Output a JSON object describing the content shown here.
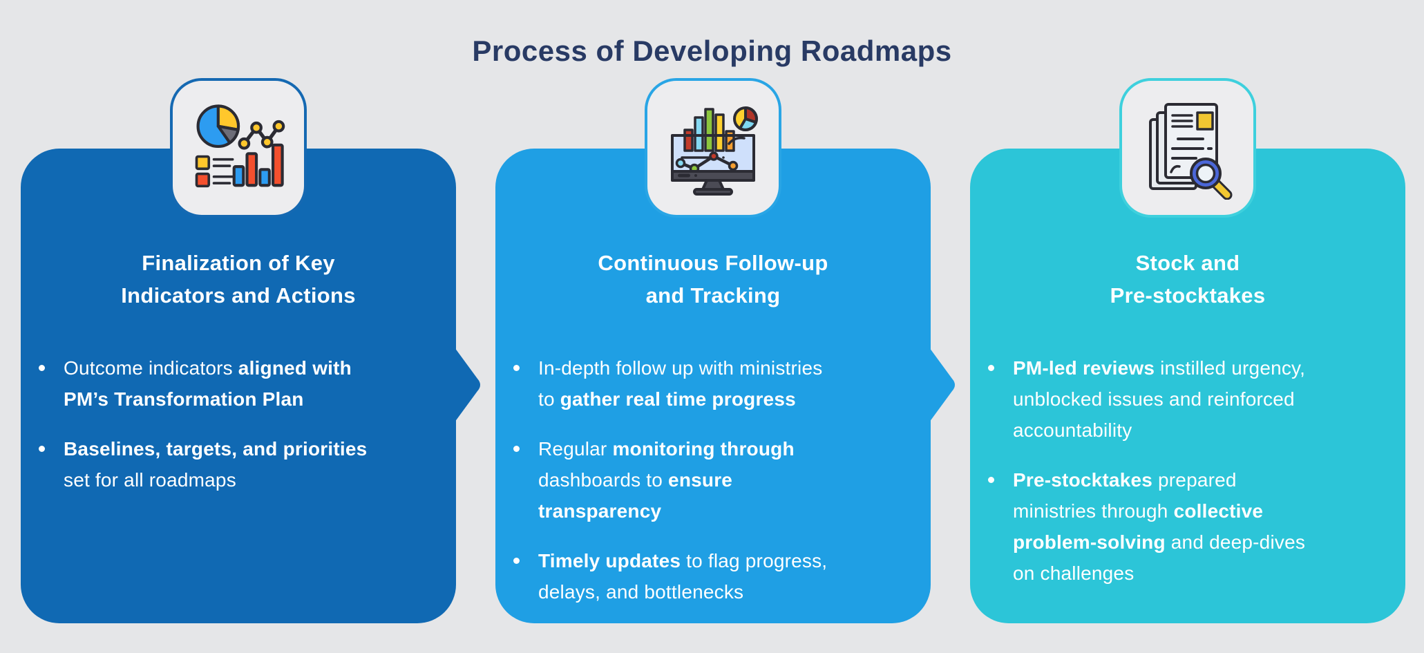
{
  "page": {
    "title": "Process of Developing Roadmaps",
    "background_color": "#e5e6e8",
    "title_color": "#283a64"
  },
  "cards": [
    {
      "id": "finalization",
      "icon": "analytics-icon",
      "color": "#1069b3",
      "border_color": "#1569b2",
      "has_arrow": true,
      "title": "Finalization of Key\nIndicators and Actions",
      "bullets": [
        [
          {
            "text": "Outcome indicators ",
            "bold": false
          },
          {
            "text": "aligned with\nPM’s Transformation Plan",
            "bold": true
          }
        ],
        [
          {
            "text": "Baselines, targets, and priorities\n",
            "bold": true
          },
          {
            "text": "set for all roadmaps",
            "bold": false
          }
        ]
      ]
    },
    {
      "id": "follow-up",
      "icon": "dashboard-monitor-icon",
      "color": "#1f9fe4",
      "border_color": "#29a5e5",
      "has_arrow": true,
      "title": "Continuous Follow-up\nand Tracking",
      "bullets": [
        [
          {
            "text": "In-depth follow up with ministries\nto ",
            "bold": false
          },
          {
            "text": "gather real time progress",
            "bold": true
          }
        ],
        [
          {
            "text": "Regular ",
            "bold": false
          },
          {
            "text": "monitoring through\n",
            "bold": true
          },
          {
            "text": "dashboards to ",
            "bold": false
          },
          {
            "text": "ensure\ntransparency",
            "bold": true
          }
        ],
        [
          {
            "text": "Timely updates",
            "bold": true
          },
          {
            "text": " to flag progress,\ndelays, and bottlenecks",
            "bold": false
          }
        ]
      ]
    },
    {
      "id": "stocktakes",
      "icon": "document-search-icon",
      "color": "#2cc5d8",
      "border_color": "#3ed0dd",
      "has_arrow": false,
      "title": "Stock and\nPre-stocktakes",
      "bullets": [
        [
          {
            "text": "PM-led reviews",
            "bold": true
          },
          {
            "text": " instilled urgency,\nunblocked issues and reinforced\naccountability",
            "bold": false
          }
        ],
        [
          {
            "text": "Pre-stocktakes",
            "bold": true
          },
          {
            "text": " prepared\nministries through ",
            "bold": false
          },
          {
            "text": "collective\nproblem-solving",
            "bold": true
          },
          {
            "text": " and deep-dives\non challenges",
            "bold": false
          }
        ]
      ]
    }
  ]
}
